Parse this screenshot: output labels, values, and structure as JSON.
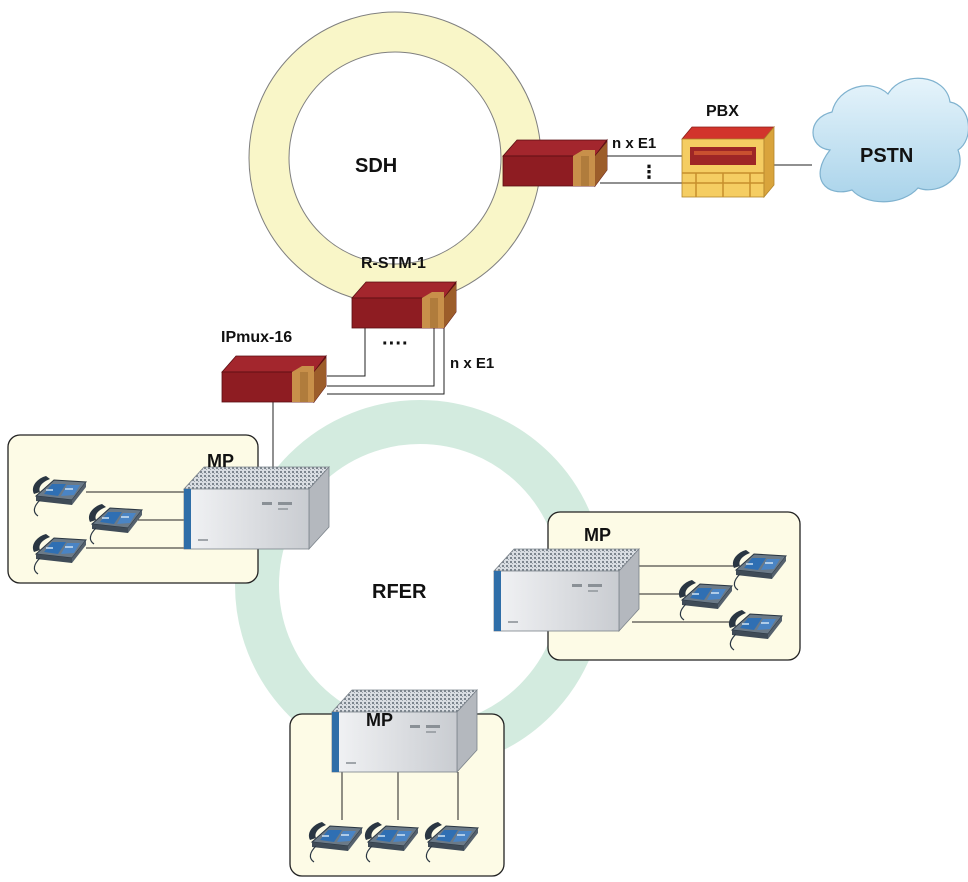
{
  "rings": {
    "sdh": {
      "label": "SDH",
      "color": "#f9f6c8"
    },
    "rfer": {
      "label": "RFER",
      "color": "#d3ebdf"
    }
  },
  "devices": {
    "sdh_node": {
      "label": ""
    },
    "r_stm1": {
      "label": "R-STM-1"
    },
    "ipmux": {
      "label": "IPmux-16"
    },
    "pbx": {
      "label": "PBX"
    },
    "pstn": {
      "label": "PSTN"
    }
  },
  "links": {
    "sdh_pbx": {
      "label": "n x E1",
      "dots": "⋮"
    },
    "rstm_ipmux": {
      "label": "n x E1",
      "dots": "····"
    }
  },
  "sites": [
    {
      "label": "MP",
      "phones": 3
    },
    {
      "label": "MP",
      "phones": 3
    },
    {
      "label": "MP",
      "phones": 3
    }
  ],
  "colors": {
    "device_red": "#8e1c22",
    "device_tan": "#c8904a",
    "site_fill": "#fdfbe6",
    "cloud": "#bcdff1",
    "pbx": "#f5cd62"
  }
}
